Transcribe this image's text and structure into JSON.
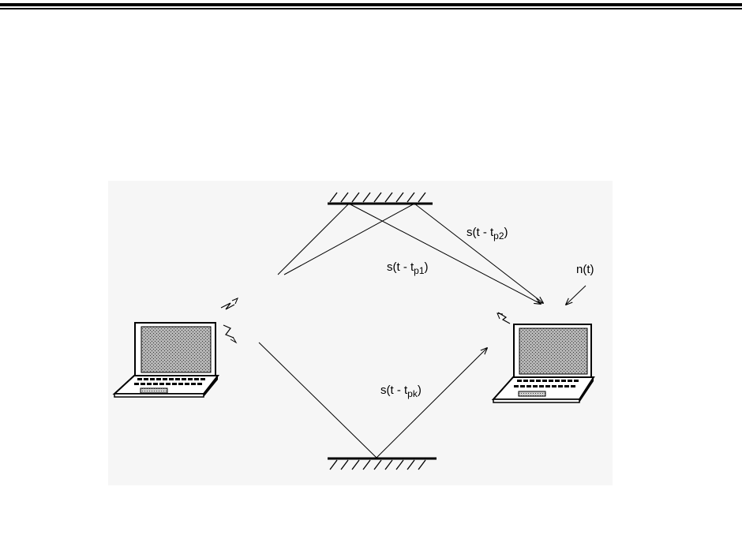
{
  "labels": {
    "path_p2": {
      "main": "s(t - t",
      "sub": "p2",
      "tail": ")"
    },
    "path_p1": {
      "main": "s(t - t",
      "sub": "p1",
      "tail": ")"
    },
    "path_pk": {
      "main": "s(t - t",
      "sub": "pk",
      "tail": ")"
    },
    "noise": "n(t)"
  },
  "colors": {
    "line": "#000000",
    "panel": "#f6f6f6",
    "screen": "#8c8c8c"
  },
  "icons": {
    "transmitter": "laptop-icon",
    "receiver": "laptop-icon",
    "tx_signal": "lightning-antenna-icon",
    "rx_signal": "lightning-antenna-icon"
  }
}
